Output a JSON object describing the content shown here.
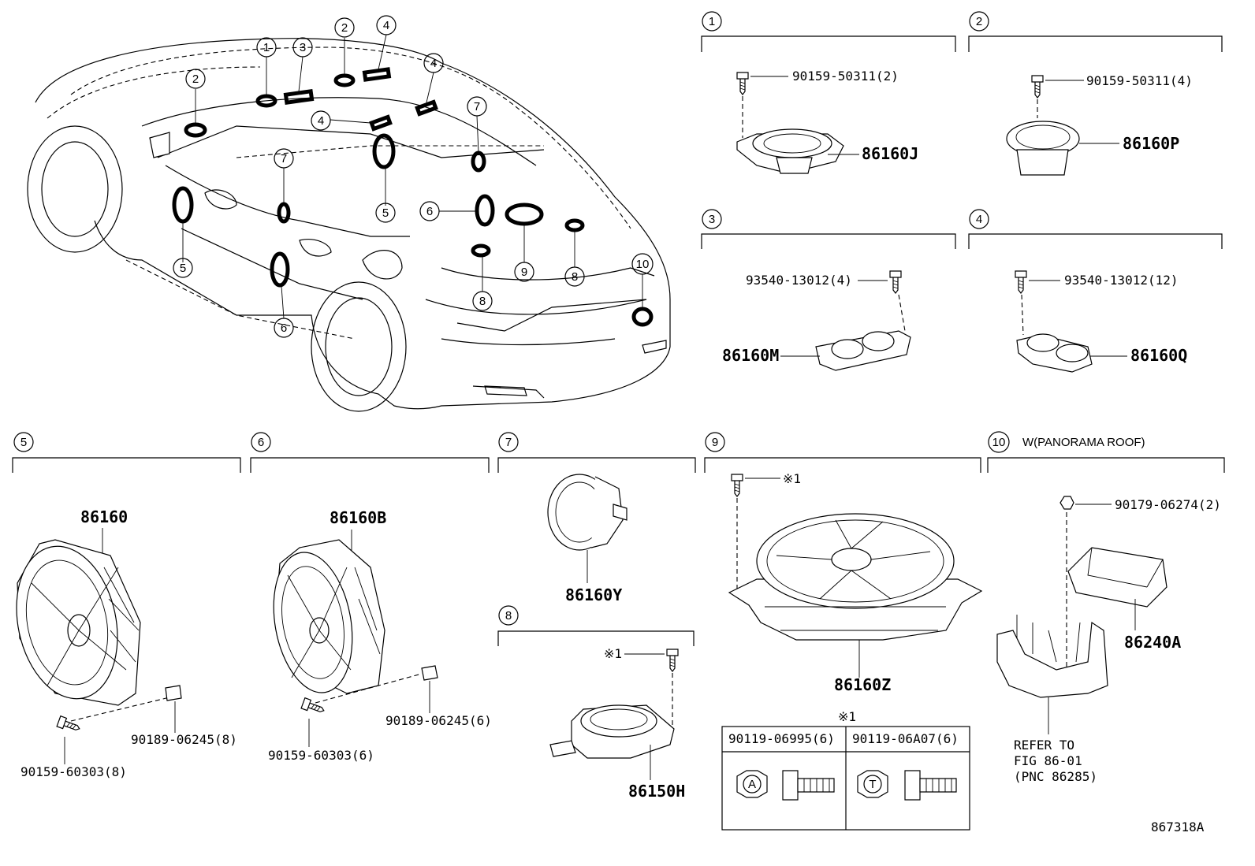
{
  "callouts": [
    "1",
    "2",
    "3",
    "4",
    "5",
    "6",
    "7",
    "8",
    "9",
    "10"
  ],
  "sections": {
    "s1": {
      "num": "1",
      "fastener": "90159-50311(2)",
      "part": "86160J"
    },
    "s2": {
      "num": "2",
      "fastener": "90159-50311(4)",
      "part": "86160P"
    },
    "s3": {
      "num": "3",
      "fastener": "93540-13012(4)",
      "part": "86160M"
    },
    "s4": {
      "num": "4",
      "fastener": "93540-13012(12)",
      "part": "86160Q"
    },
    "s5": {
      "num": "5",
      "part": "86160",
      "clip": "90189-06245(8)",
      "screw": "90159-60303(8)"
    },
    "s6": {
      "num": "6",
      "part": "86160B",
      "clip": "90189-06245(6)",
      "screw": "90159-60303(6)"
    },
    "s7": {
      "num": "7",
      "part": "86160Y"
    },
    "s8": {
      "num": "8",
      "part": "86150H",
      "ref": "※1"
    },
    "s9": {
      "num": "9",
      "part": "86160Z",
      "ref": "※1"
    },
    "s10": {
      "num": "10",
      "caption": "W(PANORAMA ROOF)",
      "fastener": "90179-06274(2)",
      "part": "86240A",
      "refer_line1": "REFER TO",
      "refer_line2": "FIG 86-01",
      "refer_line3": "(PNC 86285)"
    }
  },
  "bolt_table": {
    "title": "※1",
    "col1": {
      "label": "90119-06995(6)",
      "mark": "A"
    },
    "col2": {
      "label": "90119-06A07(6)",
      "mark": "T"
    }
  },
  "figure_id": "867318A"
}
